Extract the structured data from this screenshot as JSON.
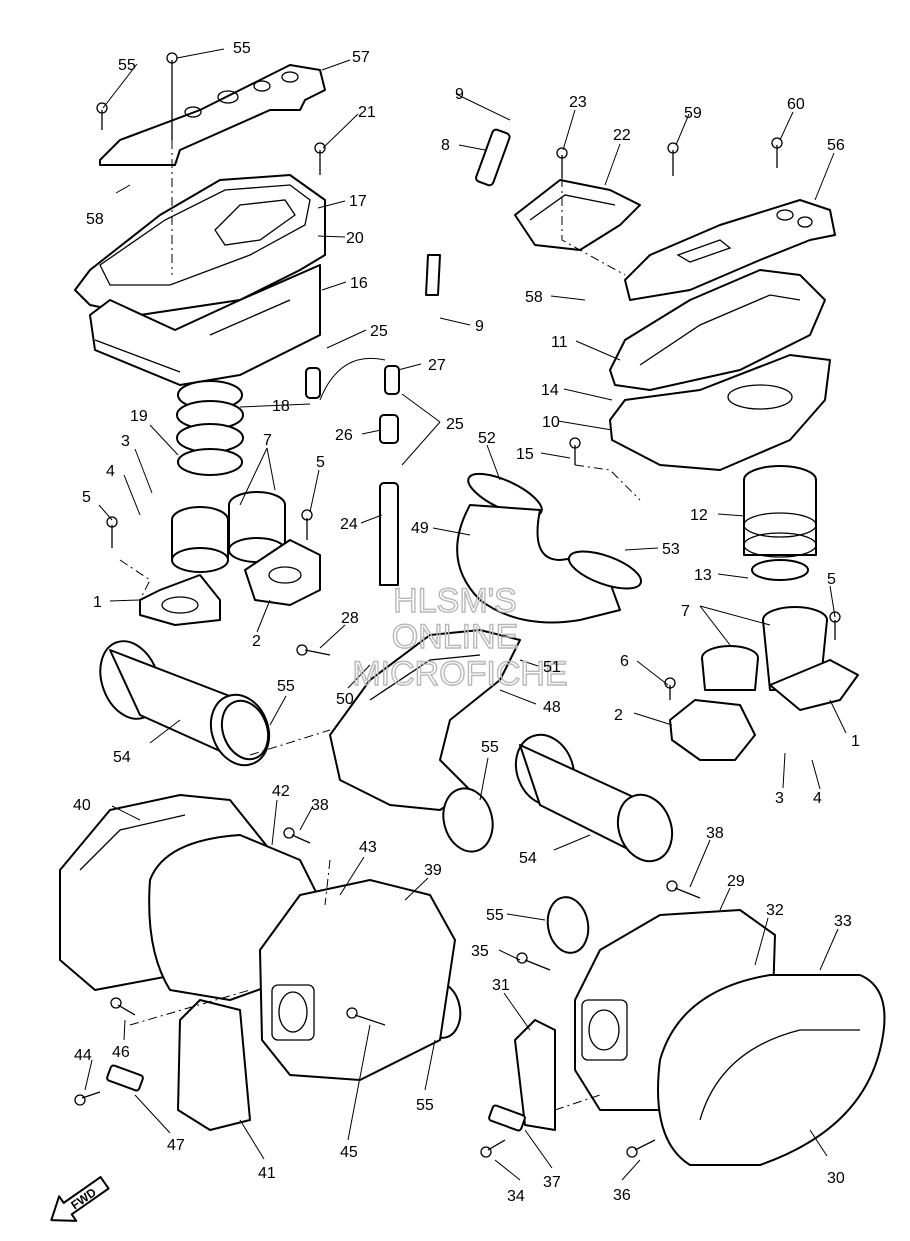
{
  "watermark": {
    "line1": "HLSM'S",
    "line2": "ONLINE",
    "line3": "MICROFICHE"
  },
  "direction_badge": "FWD",
  "callouts": [
    {
      "id": "c1",
      "label": "1"
    },
    {
      "id": "c2",
      "label": "2"
    },
    {
      "id": "c3",
      "label": "3"
    },
    {
      "id": "c4",
      "label": "4"
    },
    {
      "id": "c5",
      "label": "5"
    },
    {
      "id": "c7",
      "label": "7"
    },
    {
      "id": "c8",
      "label": "8"
    },
    {
      "id": "c9a",
      "label": "9"
    },
    {
      "id": "c9b",
      "label": "9"
    },
    {
      "id": "c10",
      "label": "10"
    },
    {
      "id": "c11",
      "label": "11"
    },
    {
      "id": "c12",
      "label": "12"
    },
    {
      "id": "c13",
      "label": "13"
    },
    {
      "id": "c14",
      "label": "14"
    },
    {
      "id": "c15",
      "label": "15"
    },
    {
      "id": "c16",
      "label": "16"
    },
    {
      "id": "c17",
      "label": "17"
    },
    {
      "id": "c18",
      "label": "18"
    },
    {
      "id": "c19",
      "label": "19"
    },
    {
      "id": "c20",
      "label": "20"
    },
    {
      "id": "c21",
      "label": "21"
    },
    {
      "id": "c22",
      "label": "22"
    },
    {
      "id": "c23",
      "label": "23"
    },
    {
      "id": "c24",
      "label": "24"
    },
    {
      "id": "c25a",
      "label": "25"
    },
    {
      "id": "c25b",
      "label": "25"
    },
    {
      "id": "c26",
      "label": "26"
    },
    {
      "id": "c27",
      "label": "27"
    },
    {
      "id": "c28",
      "label": "28"
    },
    {
      "id": "c29",
      "label": "29"
    },
    {
      "id": "c30",
      "label": "30"
    },
    {
      "id": "c31",
      "label": "31"
    },
    {
      "id": "c32",
      "label": "32"
    },
    {
      "id": "c33",
      "label": "33"
    },
    {
      "id": "c34",
      "label": "34"
    },
    {
      "id": "c35",
      "label": "35"
    },
    {
      "id": "c36",
      "label": "36"
    },
    {
      "id": "c37",
      "label": "37"
    },
    {
      "id": "c38a",
      "label": "38"
    },
    {
      "id": "c38b",
      "label": "38"
    },
    {
      "id": "c39",
      "label": "39"
    },
    {
      "id": "c40",
      "label": "40"
    },
    {
      "id": "c41",
      "label": "41"
    },
    {
      "id": "c42",
      "label": "42"
    },
    {
      "id": "c43",
      "label": "43"
    },
    {
      "id": "c44",
      "label": "44"
    },
    {
      "id": "c45",
      "label": "45"
    },
    {
      "id": "c46",
      "label": "46"
    },
    {
      "id": "c47",
      "label": "47"
    },
    {
      "id": "c48",
      "label": "48"
    },
    {
      "id": "c49",
      "label": "49"
    },
    {
      "id": "c50",
      "label": "50"
    },
    {
      "id": "c51",
      "label": "51"
    },
    {
      "id": "c52",
      "label": "52"
    },
    {
      "id": "c53",
      "label": "53"
    },
    {
      "id": "c54a",
      "label": "54"
    },
    {
      "id": "c54b",
      "label": "54"
    },
    {
      "id": "c55a",
      "label": "55"
    },
    {
      "id": "c55b",
      "label": "55"
    },
    {
      "id": "c55c",
      "label": "55"
    },
    {
      "id": "c55d",
      "label": "55"
    },
    {
      "id": "c56",
      "label": "56"
    },
    {
      "id": "c57",
      "label": "57"
    },
    {
      "id": "c58a",
      "label": "58"
    },
    {
      "id": "c58b",
      "label": "58"
    },
    {
      "id": "c59a",
      "label": "59"
    },
    {
      "id": "c59b",
      "label": "59"
    },
    {
      "id": "c60a",
      "label": "60"
    },
    {
      "id": "c60b",
      "label": "60"
    },
    {
      "id": "c1b",
      "label": "1"
    },
    {
      "id": "c2b",
      "label": "2"
    },
    {
      "id": "c3b",
      "label": "3"
    },
    {
      "id": "c4b",
      "label": "4"
    },
    {
      "id": "c5b",
      "label": "5"
    },
    {
      "id": "c5c",
      "label": "5"
    },
    {
      "id": "c6",
      "label": "6"
    },
    {
      "id": "c7b",
      "label": "7"
    }
  ]
}
